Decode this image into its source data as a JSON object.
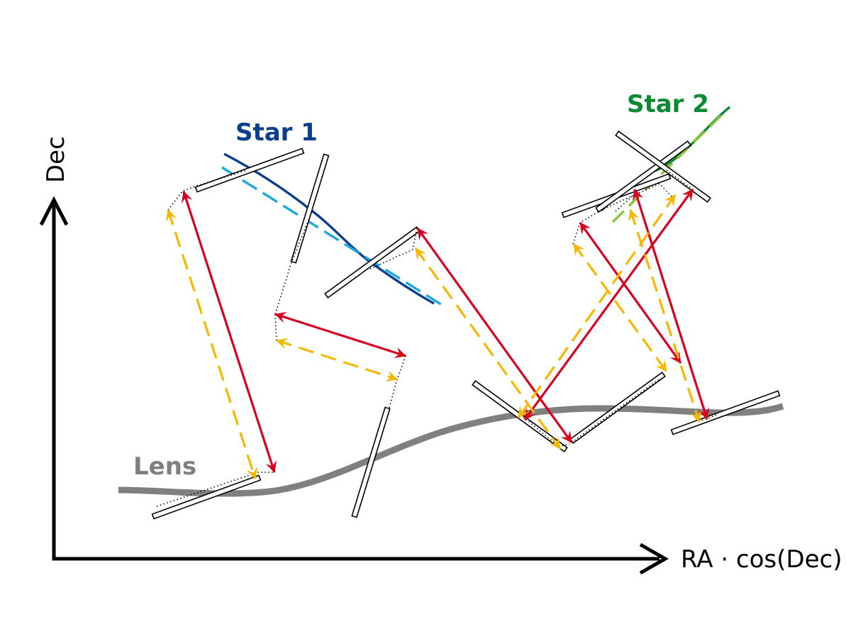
{
  "labels": {
    "star1": "Star 1",
    "star2": "Star 2",
    "lens": "Lens",
    "x_axis": "RA · cos(Dec)",
    "y_axis": "Dec"
  },
  "colors": {
    "star1_track": "#0a3e8e",
    "star1_fit": "#1aa8de",
    "star2_track": "#0a8a32",
    "star2_fit": "#8cc43c",
    "lens_track": "#808080",
    "measured_separation": "#d8001f",
    "fitted_separation": "#f5b800",
    "axes": "#000000"
  }
}
